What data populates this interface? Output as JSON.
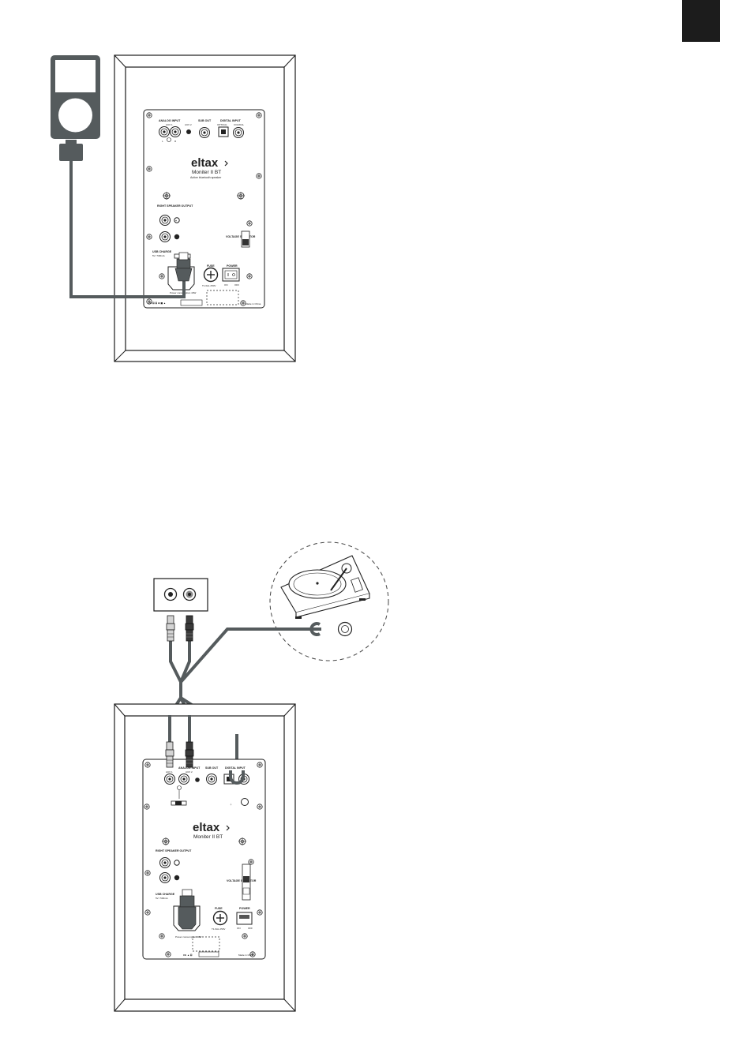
{
  "colors": {
    "accent": "#555b5d",
    "line": "#1a1a1a",
    "black_tab": "#1c1c1c",
    "grey_plug": "#c8c8c8"
  },
  "panel_labels": {
    "analog_input": "ANALOG INPUT",
    "aux1": "AUX 1",
    "aux2": "AUX 2",
    "sub_out": "SUB OUT",
    "digital_input": "DIGITAL INPUT",
    "optical": "OPTICAL",
    "coaxial": "COAXIAL",
    "left": "L",
    "right": "R",
    "brand": "eltax",
    "model": "Moniter II BT",
    "subtitle": "Active bluetooth speaker",
    "right_speaker_output": "RIGHT SPEAKER OUTPUT",
    "voltage_selector": "VOLTAGE SELECTOR",
    "usb_charge": "USB CHARGE",
    "usb_rating": "5V / 500mA",
    "fuse": "FUSE",
    "fuse_rating": "T1.6AL 250V",
    "power": "POWER",
    "on": "ON",
    "off": "OFF",
    "power_rating": "Power consumption 40W",
    "made_in": "Made in China"
  },
  "icons": [
    "ipod-icon",
    "turntable-icon",
    "usb-plug-icon",
    "rca-plug-icon",
    "ground-fork-icon",
    "phillips-screw-icon"
  ]
}
